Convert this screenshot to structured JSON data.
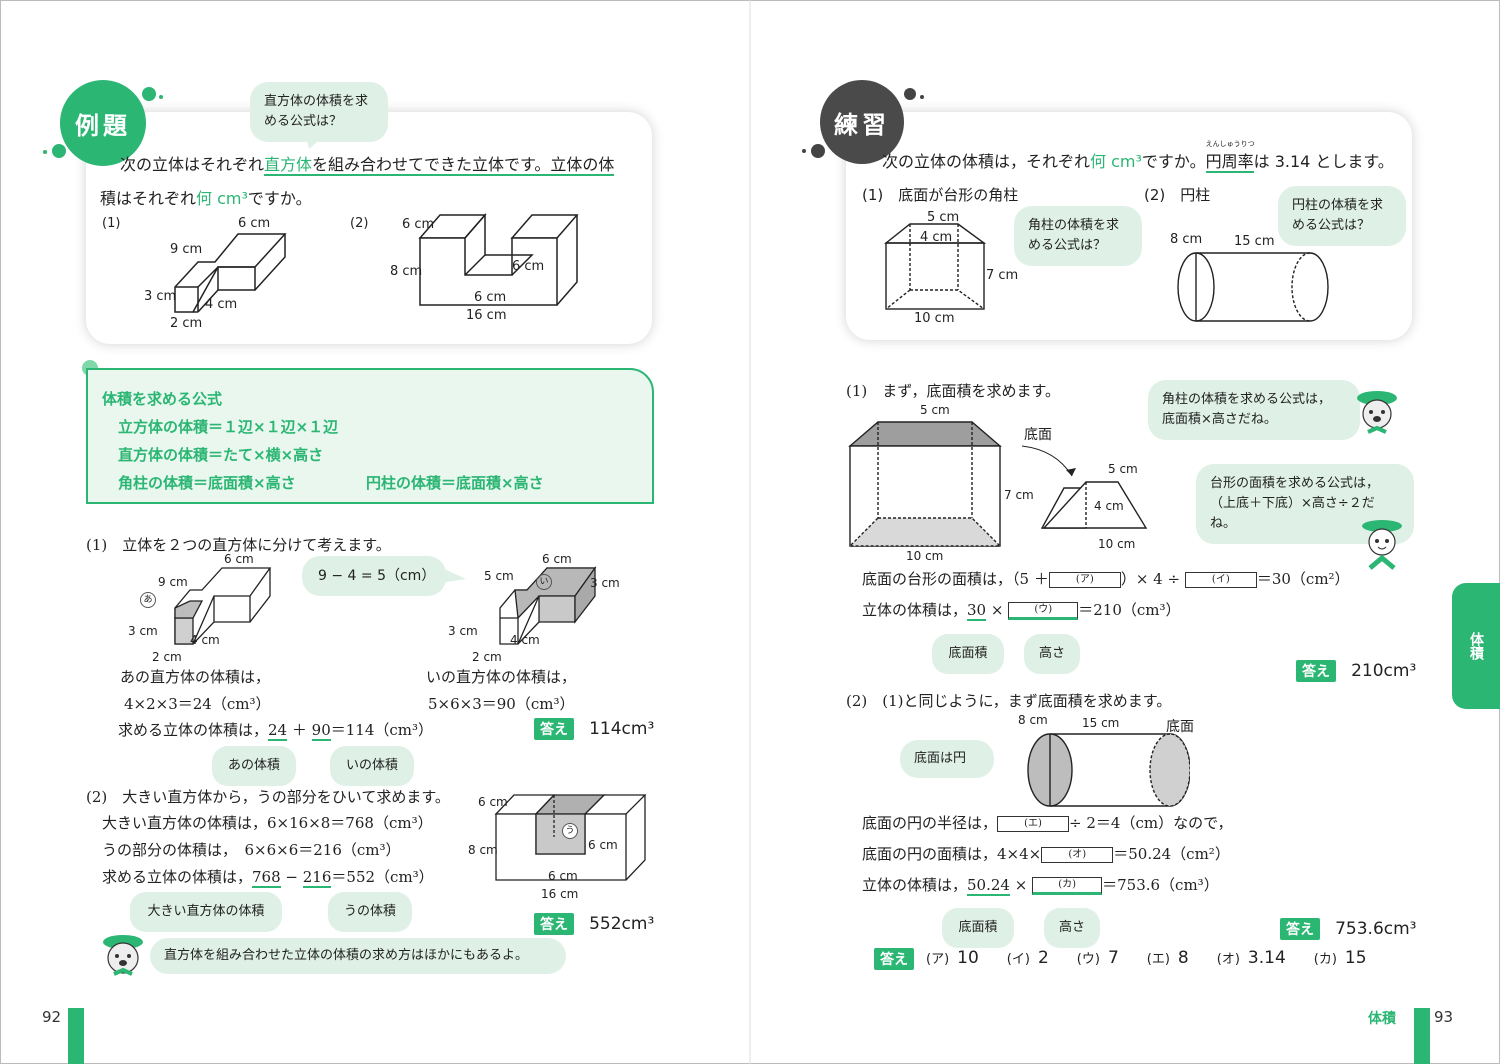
{
  "left": {
    "badge": "例題",
    "bubble_top": [
      "直方体の体積を求",
      "める公式は？"
    ],
    "problem_line1_pre": "次の立体はそれぞれ",
    "problem_line1_hl": "直方体",
    "problem_line1_post": "を組み合わせてできた立体です。立体の体",
    "problem_line2_pre": "積はそれぞれ",
    "problem_line2_hl": "何 cm³",
    "problem_line2_post": "ですか。",
    "label1": "(1)",
    "label2": "(2)",
    "fig1_dims": {
      "a": "6 cm",
      "b": "9 cm",
      "c": "3 cm",
      "d": "4 cm",
      "e": "2 cm"
    },
    "fig2_dims": {
      "a": "6 cm",
      "b": "8 cm",
      "c": "6 cm",
      "d": "6 cm",
      "e": "16 cm"
    },
    "formula": {
      "title": "体積を求める公式",
      "l1": "立方体の体積＝１辺×１辺×１辺",
      "l2": "直方体の体積＝たて×横×高さ",
      "l3a": "角柱の体積＝底面積×高さ",
      "l3b": "円柱の体積＝底面積×高さ"
    },
    "sol1": {
      "intro": "(1)　立体を２つの直方体に分けて考えます。",
      "bubble": "9 − 4 = 5（cm）",
      "fa_dims": {
        "a": "6 cm",
        "b": "9 cm",
        "c": "3 cm",
        "d": "4 cm",
        "e": "2 cm",
        "mark": "あ"
      },
      "fb_dims": {
        "a": "6 cm",
        "b": "5 cm",
        "c": "3 cm",
        "d": "3 cm",
        "e": "4 cm",
        "f": "2 cm",
        "mark": "い"
      },
      "a_label": "あの直方体の体積は，",
      "a_calc": "4×2×3＝24（cm³）",
      "i_label": "いの直方体の体積は，",
      "i_calc": "5×6×3＝90（cm³）",
      "total_pre": "求める立体の体積は，",
      "total_a": "24",
      "total_plus": " ＋ ",
      "total_b": "90",
      "total_post": "＝114（cm³）",
      "ans_badge": "答え",
      "ans": "114cm³",
      "pill_a": "あの体積",
      "pill_b": "いの体積"
    },
    "sol2": {
      "intro": "(2)　大きい直方体から，うの部分をひいて求めます。",
      "l1": "大きい直方体の体積は，6×16×8＝768（cm³）",
      "l2": "うの部分の体積は，　6×6×6＝216（cm³）",
      "l3_pre": "求める立体の体積は，",
      "l3_a": "768",
      "l3_minus": " − ",
      "l3_b": "216",
      "l3_post": "＝552（cm³）",
      "fig_dims": {
        "a": "6 cm",
        "b": "8 cm",
        "c": "6 cm",
        "d": "6 cm",
        "e": "16 cm",
        "mark": "う"
      },
      "ans_badge": "答え",
      "ans": "552cm³",
      "pill_a": "大きい直方体の体積",
      "pill_b": "うの体積"
    },
    "bottom_bubble": "直方体を組み合わせた立体の体積の求め方はほかにもあるよ。",
    "page_number": "92"
  },
  "right": {
    "badge": "練習",
    "problem_pre": "次の立体の体積は，それぞれ",
    "problem_hl": "何 cm³",
    "problem_mid": "ですか。",
    "problem_hl2": "円周率",
    "problem_ruby": "えんしゅうりつ",
    "problem_post": "は 3.14 とします。",
    "p1_label": "(1)　底面が台形の角柱",
    "p2_label": "(2)　円柱",
    "bubble_a": [
      "角柱の体積を求",
      "める公式は？"
    ],
    "bubble_b": [
      "円柱の体積を求",
      "める公式は？"
    ],
    "p1_dims": {
      "a": "5 cm",
      "b": "4 cm",
      "c": "7 cm",
      "d": "10 cm"
    },
    "p2_dims": {
      "a": "8 cm",
      "b": "15 cm"
    },
    "sol1": {
      "intro": "(1)　まず，底面積を求めます。",
      "bubble1": [
        "角柱の体積を求める公式は，",
        "底面積×高さだね。"
      ],
      "bubble2": [
        "台形の面積を求める公式は，",
        "（上底＋下底）×高さ÷２だね。"
      ],
      "fig_dims": {
        "a": "5 cm",
        "b": "7 cm",
        "c": "10 cm",
        "base": "底面",
        "d": "5 cm",
        "e": "4 cm",
        "f": "10 cm"
      },
      "line1_pre": "底面の台形の面積は，（5 ＋",
      "blank_a": "(ア)",
      "line1_mid": "）× 4 ÷",
      "blank_b": "(イ)",
      "line1_post": "＝30（cm²）",
      "line2_pre": "立体の体積は，",
      "line2_a": "30",
      "line2_mid": "×",
      "blank_c": "(ウ)",
      "line2_post": "＝210（cm³）",
      "pill_a": "底面積",
      "pill_b": "高さ",
      "ans_badge": "答え",
      "ans": "210cm³"
    },
    "sol2": {
      "intro": "(2)　(1)と同じように，まず底面積を求めます。",
      "bubble": "底面は円",
      "fig_dims": {
        "a": "8 cm",
        "b": "15 cm",
        "base": "底面"
      },
      "l1_pre": "底面の円の半径は，",
      "blank_d": "(エ)",
      "l1_post": "÷ 2＝4（cm）なので，",
      "l2_pre": "底面の円の面積は，4×4×",
      "blank_e": "(オ)",
      "l2_post": "＝50.24（cm²）",
      "l3_pre": "立体の体積は，",
      "l3_a": "50.24",
      "l3_mid": "×",
      "blank_f": "(カ)",
      "l3_post": "＝753.6（cm³）",
      "pill_a": "底面積",
      "pill_b": "高さ",
      "ans_badge": "答え",
      "ans": "753.6cm³"
    },
    "answers": {
      "badge": "答え",
      "items": [
        {
          "k": "(ア)",
          "v": "10"
        },
        {
          "k": "(イ)",
          "v": "2"
        },
        {
          "k": "(ウ)",
          "v": "7"
        },
        {
          "k": "(エ)",
          "v": "8"
        },
        {
          "k": "(オ)",
          "v": "3.14"
        },
        {
          "k": "(カ)",
          "v": "15"
        }
      ]
    },
    "side_tab": "体積",
    "footer_label": "体積",
    "page_number": "93"
  },
  "colors": {
    "accent": "#2bb673",
    "bubble": "#dff0e6",
    "dark_badge": "#4a4a4a"
  }
}
